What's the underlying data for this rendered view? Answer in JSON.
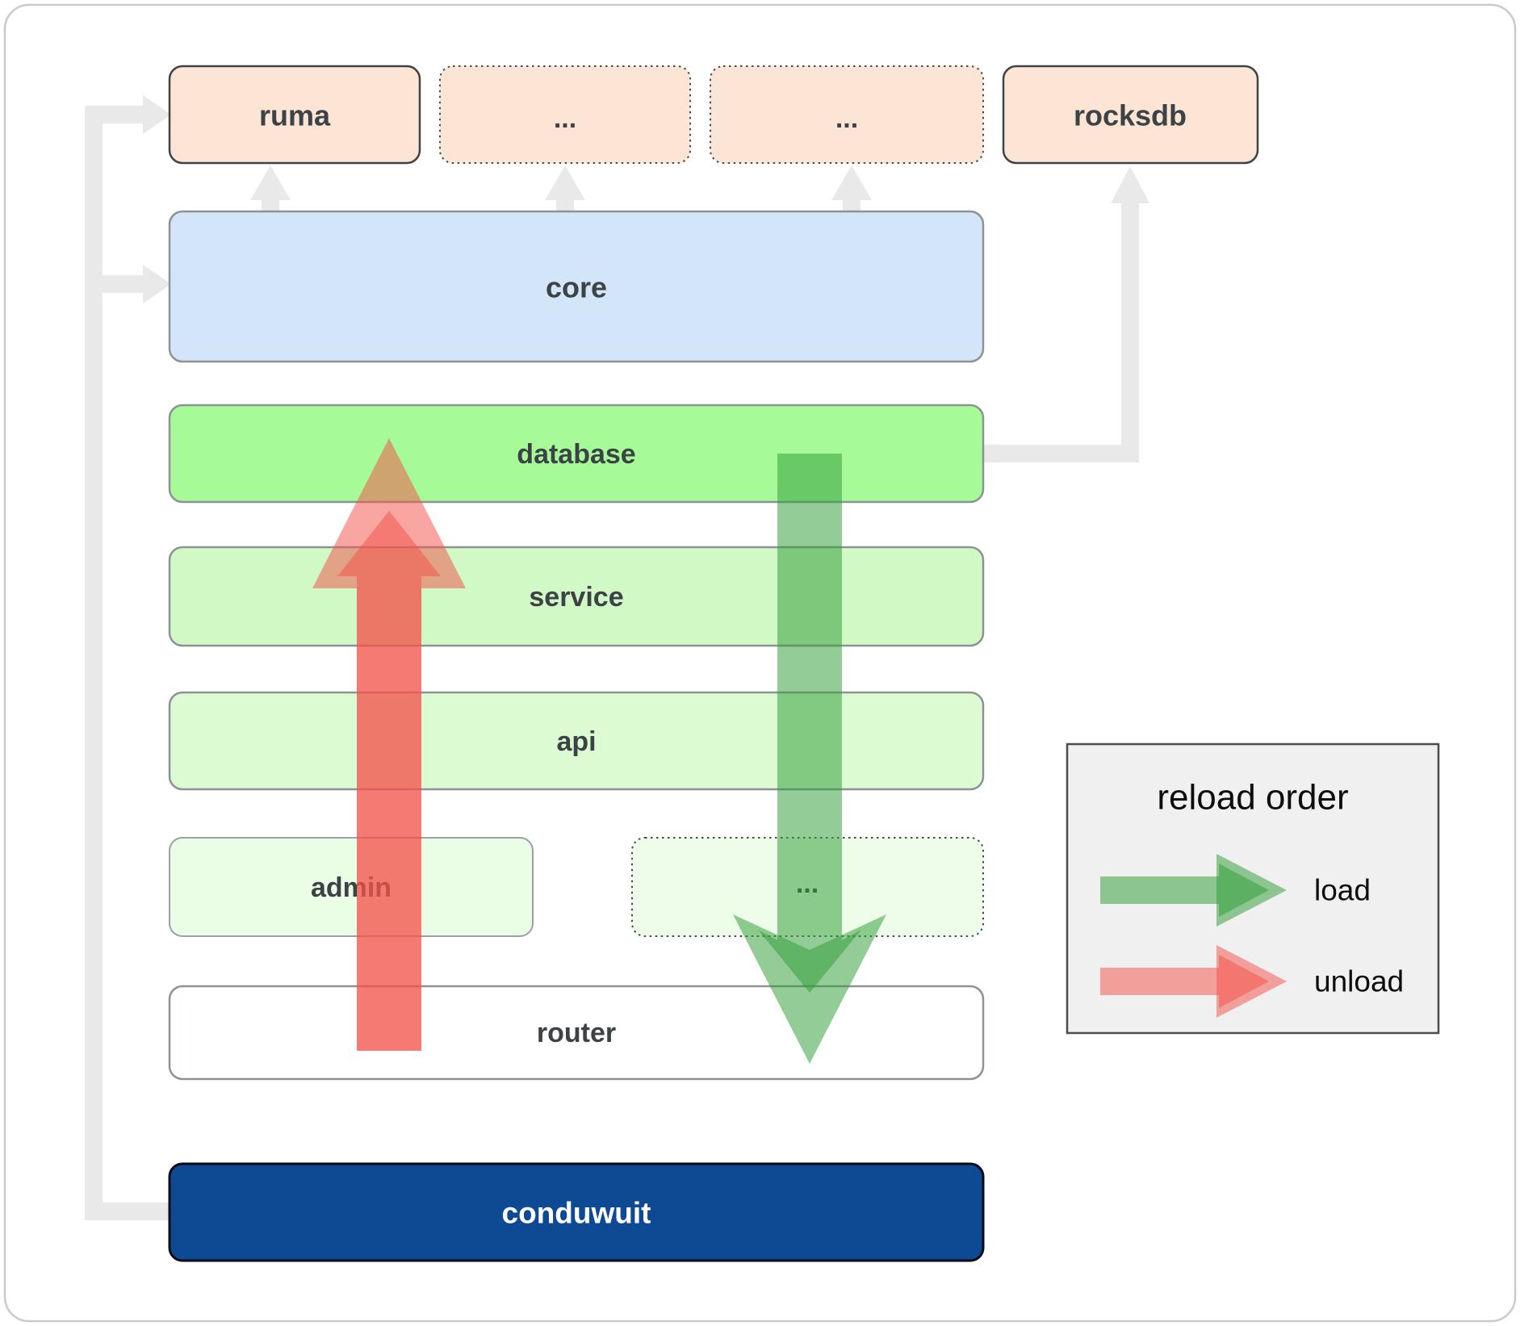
{
  "diagram": {
    "top_row": [
      {
        "label": "ruma"
      },
      {
        "label": "..."
      },
      {
        "label": "..."
      },
      {
        "label": "rocksdb"
      }
    ],
    "stack": {
      "core": "core",
      "database": "database",
      "service": "service",
      "api": "api",
      "admin": "admin",
      "admin_more": "...",
      "router": "router",
      "app": "conduwuit"
    },
    "legend": {
      "title": "reload order",
      "load_label": "load",
      "unload_label": "unload"
    },
    "colors": {
      "peach": "#fce5d4",
      "core_blue": "#d3e5f8",
      "database_green": "#a6fb98",
      "service_green": "#d0f9c6",
      "api_green": "#dcfbd3",
      "admin_green": "#eafde5",
      "admin_more_green": "#edfde9",
      "router_white": "#ffffff",
      "conduwuit_blue": "#0e4a94",
      "load_green": "#2f9e38",
      "unload_red": "#f4524b",
      "connector_gray": "#e9e9e9",
      "legend_bg": "#f0f0f0"
    }
  }
}
